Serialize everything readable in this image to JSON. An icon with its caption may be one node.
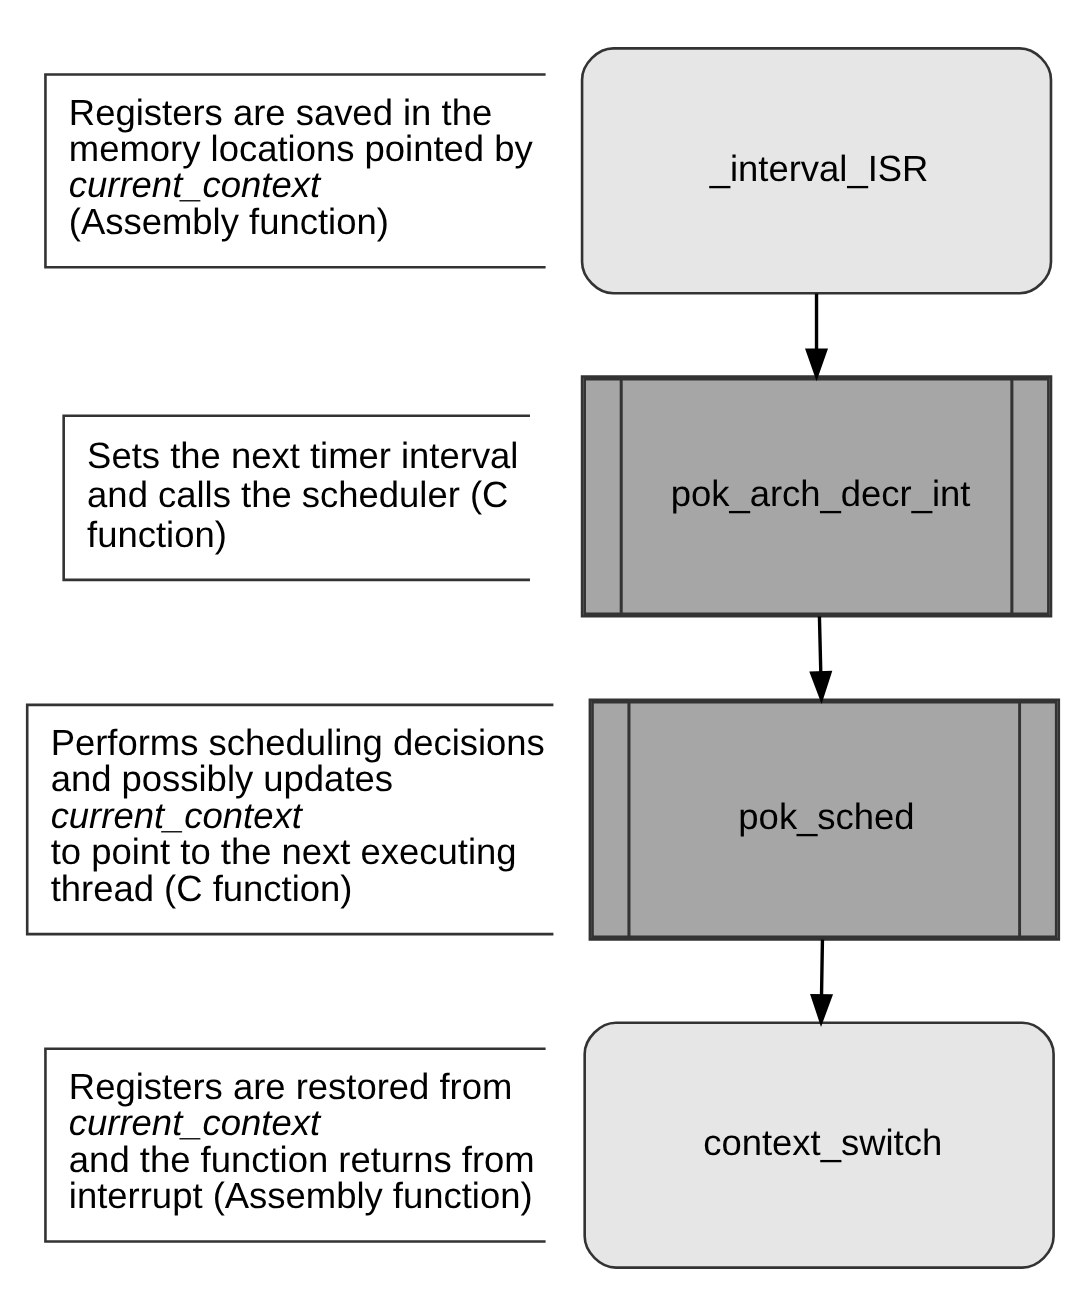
{
  "diagram": {
    "nodes": [
      {
        "text": [
          "_interval_ISR"
        ],
        "beside": [
          "Registers are saved in the memory locations pointed by *current_context* (Assembly function)"
        ]
      },
      {
        "text": [
          "pok_arch_decr_int"
        ],
        "beside": [
          "Sets the next timer interval and calls the scheduler (C function)"
        ]
      },
      {
        "text": [
          "pok_sched"
        ],
        "beside": [
          "Performs scheduling decisions and possibly updates *current_context* to point to the next executing thread (C function)"
        ]
      },
      {
        "text": [
          "context_switch"
        ],
        "beside": [
          "Registers are restored from *current_context* and the function returns from interrupt (Assembly function)"
        ]
      }
    ],
    "edges": [
      {
        "from": 0,
        "to": 1,
        "arrow": "to"
      },
      {
        "from": 1,
        "to": 2,
        "arrow": "to"
      },
      {
        "from": 2,
        "to": 3,
        "arrow": "to"
      }
    ]
  }
}
